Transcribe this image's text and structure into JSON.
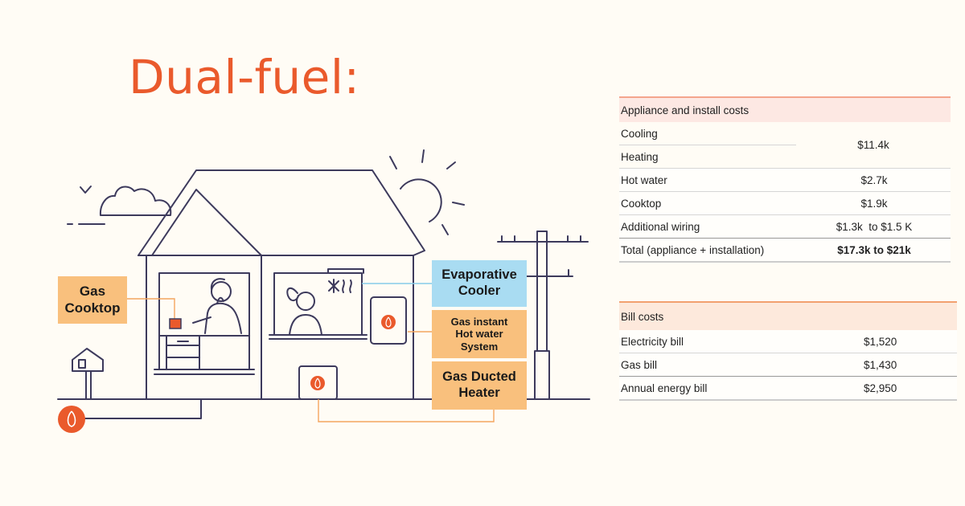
{
  "title": "Dual-fuel:",
  "labels": {
    "gas_cooktop": "Gas Cooktop",
    "evaporative_cooler": "Evaporative Cooler",
    "gas_hot_water": "Gas instant Hot water System",
    "gas_ducted_heater": "Gas Ducted Heater"
  },
  "install_costs": {
    "header": "Appliance and install costs",
    "cooling": "Cooling",
    "heating": "Heating",
    "cooling_heating_value": "$11.4k",
    "rows": [
      {
        "label": "Hot water",
        "value": "$2.7k"
      },
      {
        "label": "Cooktop",
        "value": "$1.9k"
      },
      {
        "label": "Additional wiring",
        "value": "$1.3k  to $1.5 K"
      }
    ],
    "total_label": "Total (appliance + installation)",
    "total_value": "$17.3k to $21k"
  },
  "bill_costs": {
    "header": "Bill costs",
    "rows": [
      {
        "label": "Electricity bill",
        "value": "$1,520"
      },
      {
        "label": "Gas bill",
        "value": "$1,430"
      }
    ],
    "total_label": "Annual energy bill",
    "total_value": "$2,950"
  },
  "colors": {
    "accent": "#ea5a2c",
    "orange_box": "#f9c07d",
    "blue_box": "#a9dcf2",
    "table_header_1": "#fde8e3",
    "table_header_2": "#fde9dc",
    "line": "#3d3a5c"
  }
}
